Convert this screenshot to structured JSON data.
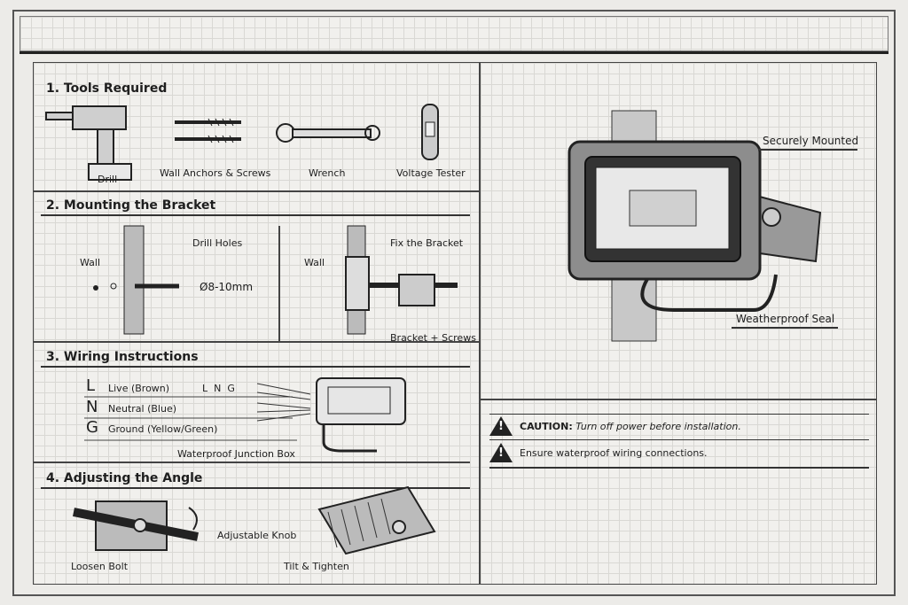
{
  "sections": {
    "tools": {
      "title": "1. Tools Required",
      "items": [
        "Drill",
        "Wall Anchors & Screws",
        "Wrench",
        "Voltage Tester"
      ]
    },
    "bracket": {
      "title": "2. Mounting the Bracket",
      "wall": "Wall",
      "drill_holes": "Drill Holes",
      "diameter": "Ø8-10mm",
      "wall2": "Wall",
      "fix": "Fix the Bracket",
      "bracket_screws": "Bracket + Screws"
    },
    "wiring": {
      "title": "3. Wiring Instructions",
      "rows": [
        {
          "letter": "L",
          "label": "Live (Brown)"
        },
        {
          "letter": "N",
          "label": "Neutral (Blue)"
        },
        {
          "letter": "G",
          "label": "Ground (Yellow/Green)"
        }
      ],
      "terminals": "L  N  G",
      "junction": "Waterproof Junction Box"
    },
    "angle": {
      "title": "4. Adjusting the Angle",
      "loosen": "Loosen Bolt",
      "knob": "Adjustable Knob",
      "tilt": "Tilt & Tighten"
    }
  },
  "right": {
    "mounted": "Securely Mounted",
    "seal": "Weatherproof Seal"
  },
  "warnings": [
    {
      "strong": "CAUTION:",
      "text": "Turn off power before installation."
    },
    {
      "strong": "",
      "text": "Ensure waterproof wiring connections."
    }
  ]
}
